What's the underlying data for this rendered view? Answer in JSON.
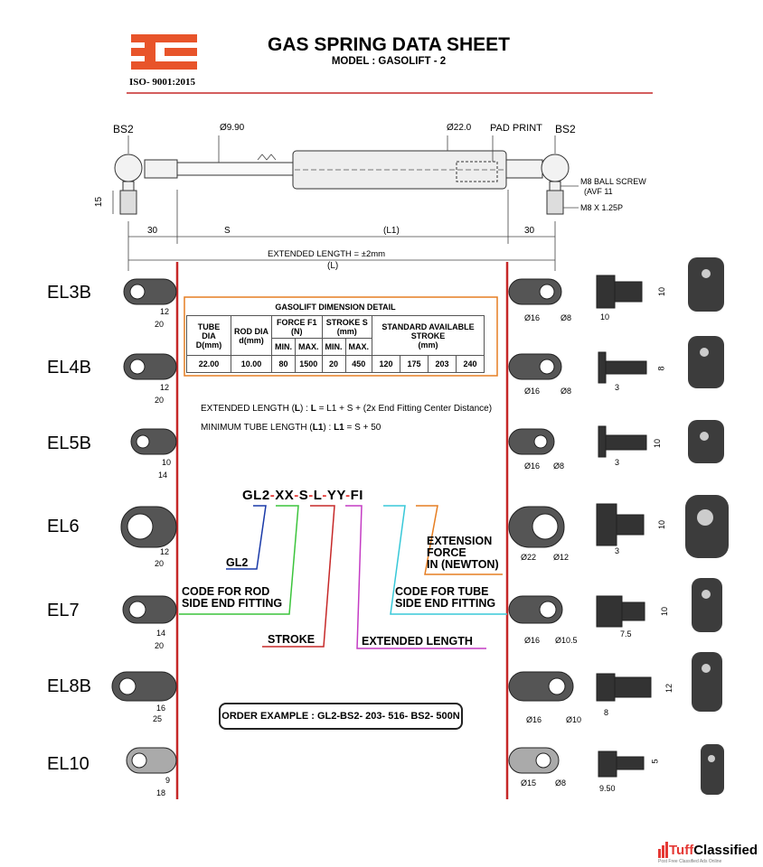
{
  "header": {
    "title": "GAS SPRING DATA SHEET",
    "model": "MODEL : GASOLIFT - 2",
    "iso": "ISO- 9001:2015",
    "colors": {
      "logo": "#e8542a",
      "rule": "#c62828"
    }
  },
  "drawing": {
    "end_fitting_left": "BS2",
    "end_fitting_right": "BS2",
    "rod_dia": "Ø9.90",
    "tube_dia": "Ø22.0",
    "pad_print": "PAD PRINT",
    "ball_screw": "M8 BALL SCREW",
    "ball_screw_note": "(AVF 11",
    "thread": "M8 X 1.25P",
    "height_dim": "15",
    "dim_left": "30",
    "dim_s": "S",
    "dim_l1": "(L1)",
    "dim_right": "30",
    "extended_length": "EXTENDED LENGTH = ±2mm",
    "dim_l": "(L)"
  },
  "fittings": [
    {
      "code": "EL3B",
      "d1": "12",
      "d2": "20",
      "hole1": "Ø16",
      "hole2": "Ø8",
      "w": "10",
      "h": "10"
    },
    {
      "code": "EL4B",
      "d1": "12",
      "d2": "20",
      "hole1": "Ø16",
      "hole2": "Ø8",
      "w": "3",
      "h": "8"
    },
    {
      "code": "EL5B",
      "d1": "10",
      "d2": "14",
      "hole1": "Ø16",
      "hole2": "Ø8",
      "w": "3",
      "h": "10"
    },
    {
      "code": "EL6",
      "d1": "12",
      "d2": "20",
      "hole1": "Ø22",
      "hole2": "Ø12",
      "w": "3",
      "h": "10"
    },
    {
      "code": "EL7",
      "d1": "14",
      "d2": "20",
      "hole1": "Ø16",
      "hole2": "Ø10.5",
      "w": "7.5",
      "h": "10"
    },
    {
      "code": "EL8B",
      "d1": "16",
      "d2": "25",
      "hole1": "Ø16",
      "hole2": "Ø10",
      "w": "8",
      "h": "12"
    },
    {
      "code": "EL10",
      "d1": "9",
      "d2": "18",
      "hole1": "Ø15",
      "hole2": "Ø8",
      "w": "9.50",
      "h": "5"
    }
  ],
  "dimension_table": {
    "title": "GASOLIFT DIMENSION DETAIL",
    "headers": {
      "tube_dia": "TUBE DIA",
      "tube_dia_unit": "D(mm)",
      "rod_dia": "ROD DIA",
      "rod_dia_unit": "d(mm)",
      "force": "FORCE  F1",
      "force_unit": "(N)",
      "stroke": "STROKE  S",
      "stroke_unit": "(mm)",
      "std_stroke": "STANDARD AVAILABLE STROKE",
      "std_stroke_unit": "(mm)",
      "min": "MIN.",
      "max": "MAX."
    },
    "row": {
      "tube": "22.00",
      "rod": "10.00",
      "force_min": "80",
      "force_max": "1500",
      "stroke_min": "20",
      "stroke_max": "450",
      "std": [
        "120",
        "175",
        "203",
        "240"
      ]
    }
  },
  "formulas": {
    "extended_label": "EXTENDED LENGTH (",
    "extended_symbol": "L",
    "extended_close": ") : ",
    "extended_lhs": "L",
    "extended_eq": " =  L1 + S + (2x End Fitting Center Distance)",
    "min_label": "MINIMUM TUBE LENGTH (",
    "min_symbol": "L1",
    "min_close": ")",
    "min_sep": "  :  ",
    "min_lhs": "L1",
    "min_eq": " = S + 50"
  },
  "order_code": {
    "parts": [
      "GL2",
      "XX",
      "S",
      "L",
      "YY",
      "FI"
    ],
    "sep": "-"
  },
  "explanations": {
    "gl2": "GL2",
    "rod_side": [
      "CODE FOR ROD",
      "SIDE END FITTING"
    ],
    "stroke": "STROKE",
    "extended": "EXTENDED  LENGTH",
    "tube_side": [
      "CODE FOR TUBE",
      "SIDE END FITTING"
    ],
    "force": [
      "EXTENSION",
      "FORCE",
      "IN (NEWTON)"
    ],
    "colors": {
      "gl2": "#1a3aa8",
      "rod": "#3cc43c",
      "stroke": "#c62828",
      "length": "#c43cc4",
      "tube": "#38c8d8",
      "force": "#e67e22"
    }
  },
  "order_example": "ORDER EXAMPLE : GL2-BS2- 203- 516- BS2- 500N",
  "brand": {
    "tuff": "Tuff",
    "classified": "Classified",
    "tagline": "Post Free Classified Ads Online"
  }
}
